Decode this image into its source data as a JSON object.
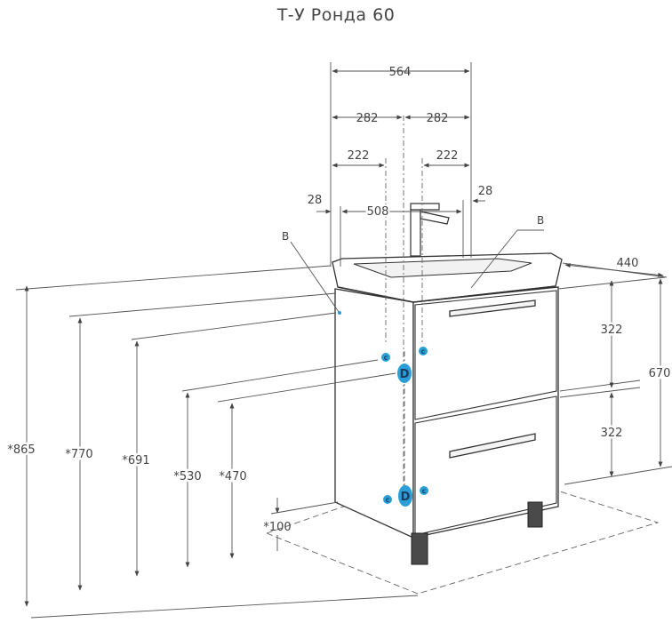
{
  "title": "Т-У Ронда 60",
  "dims": {
    "total_width": "564",
    "half_left": "282",
    "half_right": "282",
    "offset_left": "222",
    "offset_right": "222",
    "edge_left": "28",
    "edge_right": "28",
    "inner_width": "508",
    "depth": "440",
    "drawer_top": "322",
    "drawer_bottom": "322",
    "cabinet_height": "670",
    "h865": "*865",
    "h770": "*770",
    "h691": "*691",
    "h530": "*530",
    "h470": "*470",
    "h100": "*100"
  },
  "labels": {
    "b_left": "B",
    "b_right": "B",
    "conn_c": "C",
    "conn_d": "D"
  },
  "colors": {
    "line": "#444444",
    "dim_line": "#555555",
    "marker": "#2a9fd6",
    "marker_dark": "#1a3a60"
  }
}
